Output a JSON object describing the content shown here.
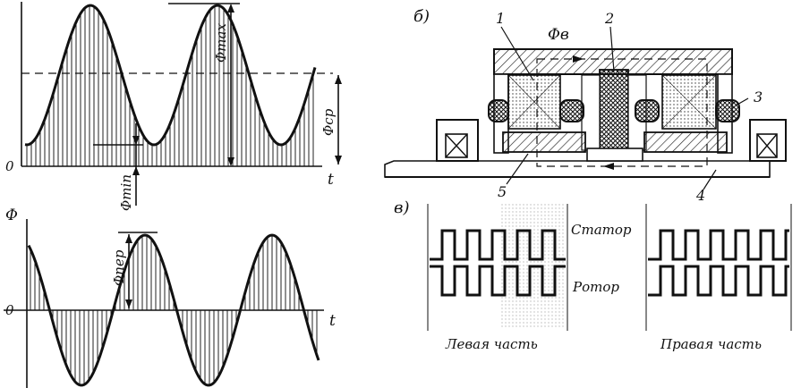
{
  "graph_top": {
    "origin_label": "0",
    "t_label": "t",
    "phi_max_label": "Φmax",
    "phi_min_label": "Φmin",
    "phi_avg_label": "Φср"
  },
  "graph_bottom": {
    "phi_label": "Φ",
    "origin_label": "0",
    "t_label": "t",
    "phi_var_label": "Φпер"
  },
  "cross_section": {
    "panel_label": "б)",
    "flux_label": "Φв",
    "callouts": [
      "1",
      "2",
      "3",
      "4",
      "5"
    ]
  },
  "teeth": {
    "panel_label": "в)",
    "stator_label": "Статор",
    "rotor_label": "Ротор",
    "left_caption": "Левая часть",
    "right_caption": "Правая часть"
  }
}
